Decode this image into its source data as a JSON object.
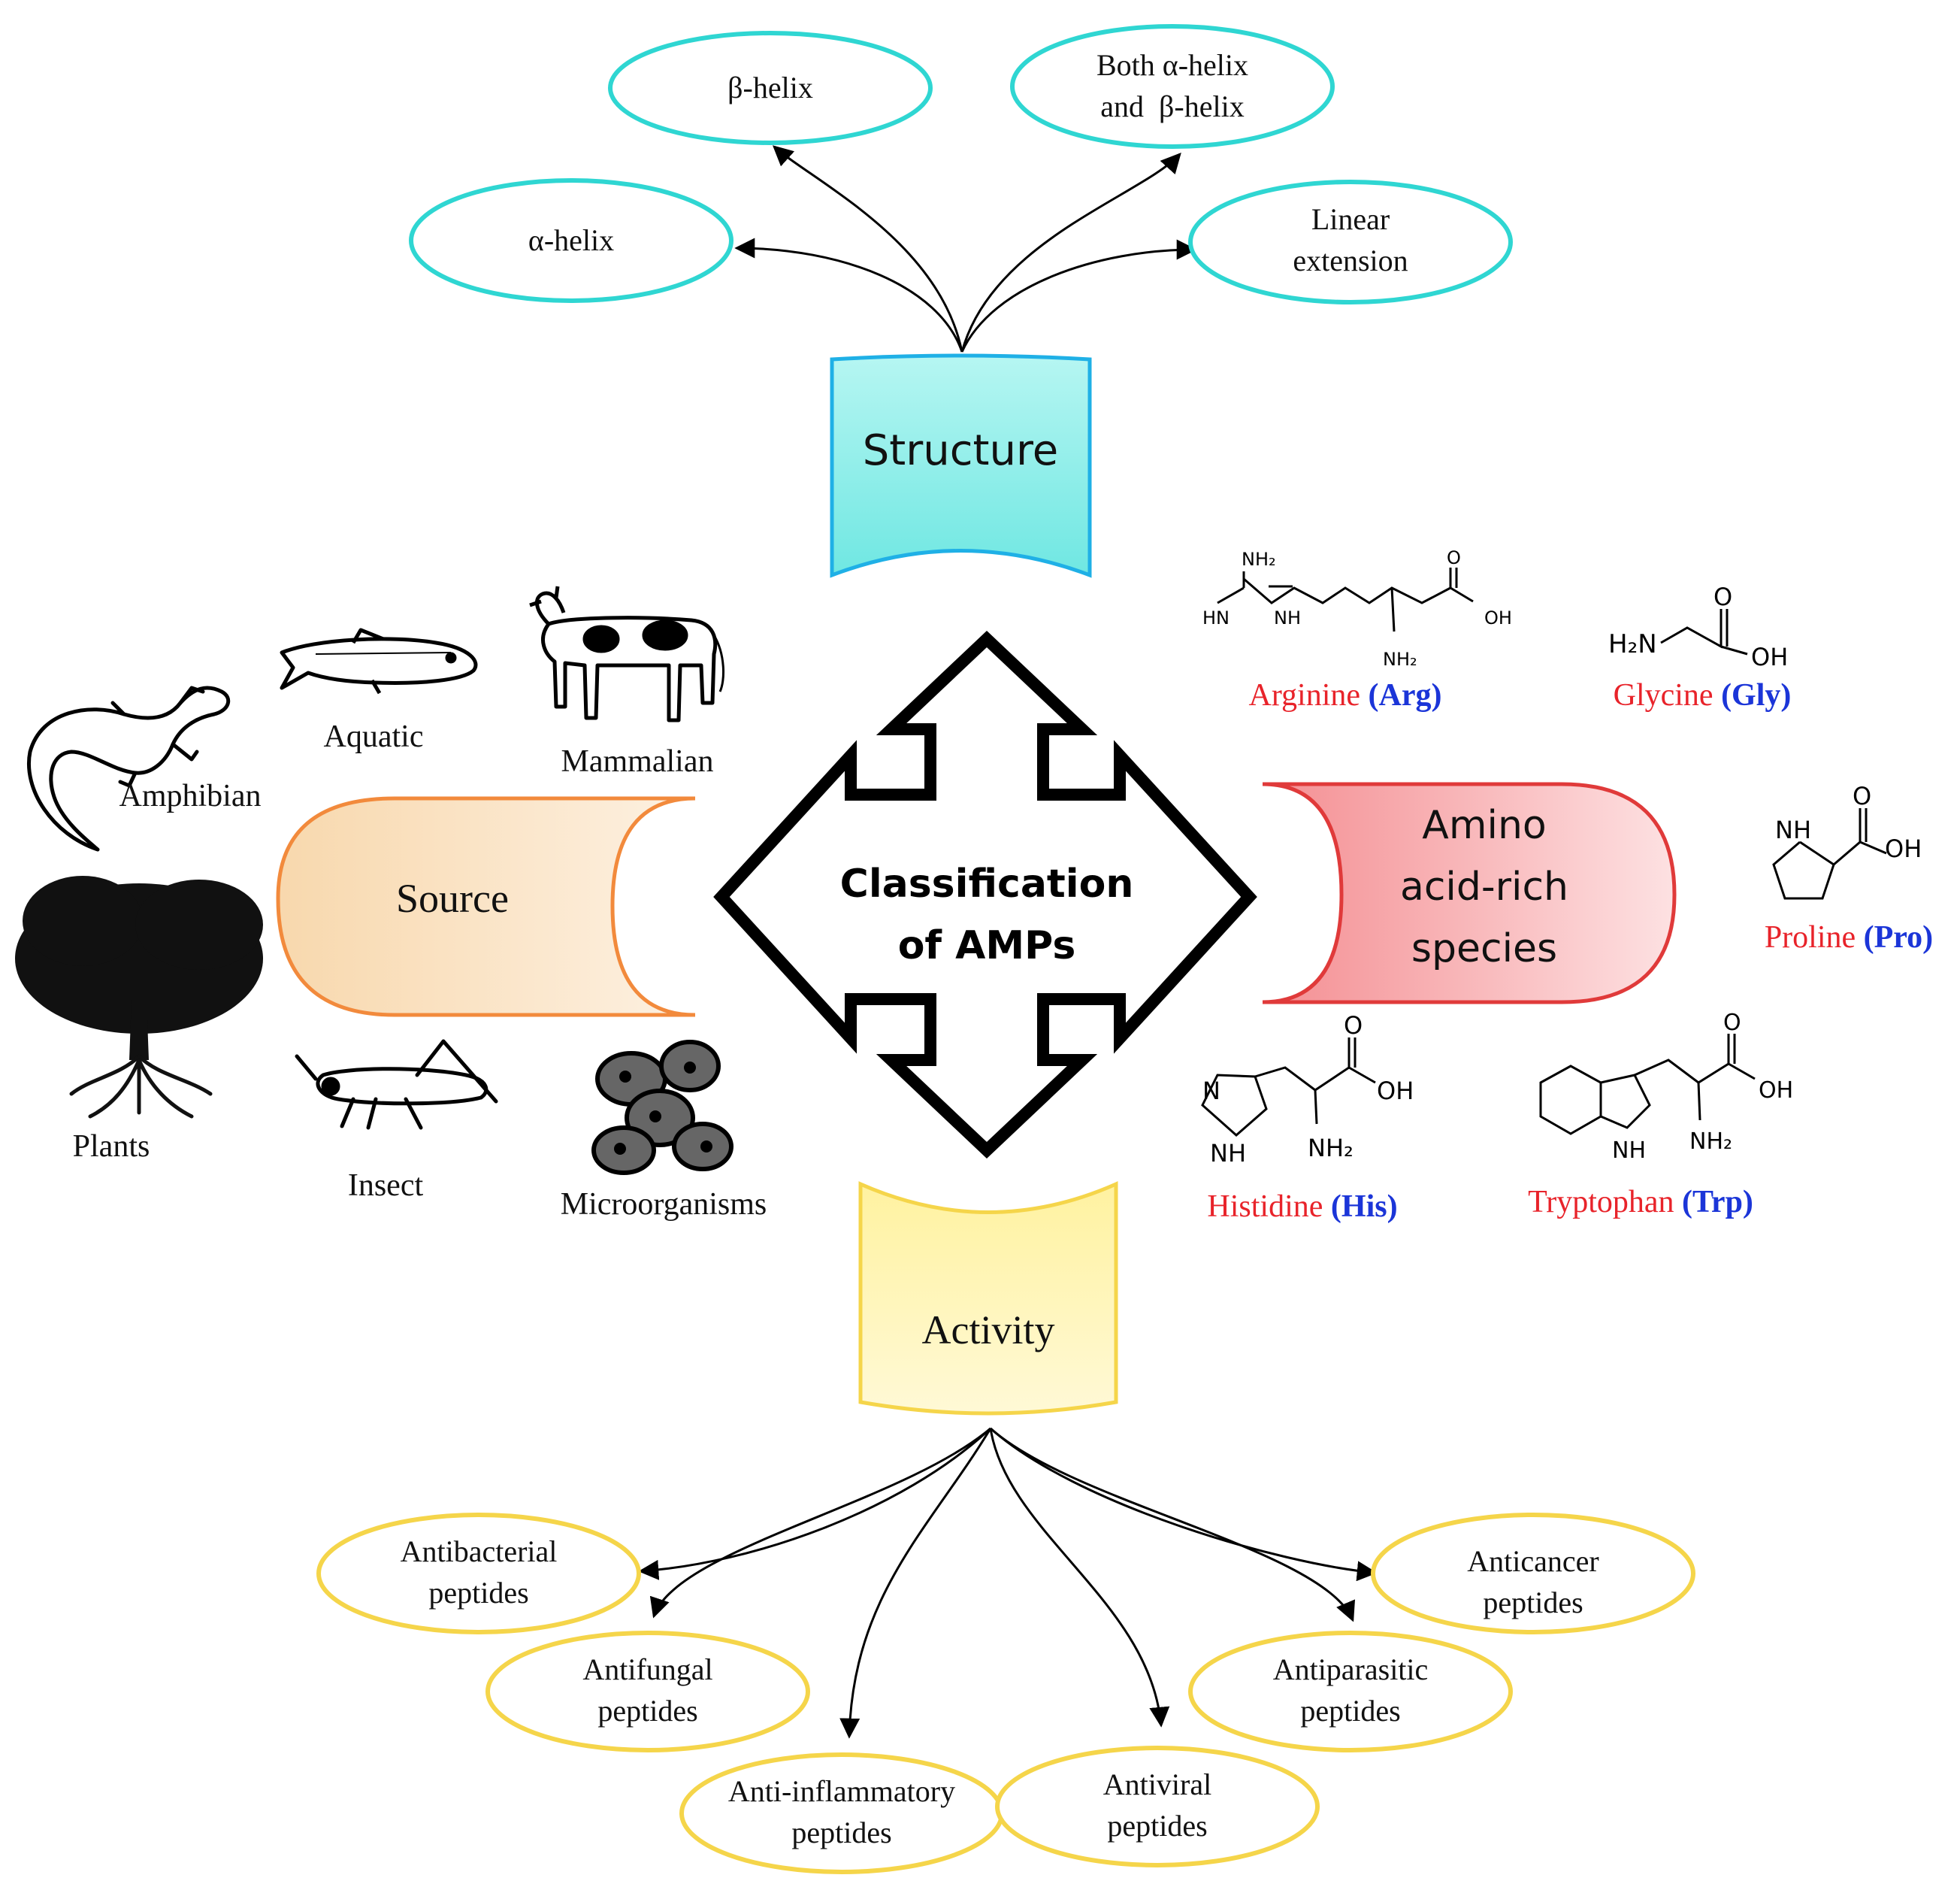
{
  "center": {
    "line1": "Classification",
    "line2": "of AMPs"
  },
  "structure": {
    "label": "Structure",
    "items": [
      {
        "lines": [
          "β-helix"
        ]
      },
      {
        "lines": [
          "Both α-helix",
          "and  β-helix"
        ]
      },
      {
        "lines": [
          "α-helix"
        ]
      },
      {
        "lines": [
          "Linear",
          "extension"
        ]
      }
    ]
  },
  "source": {
    "label": "Source",
    "items": [
      "Amphibian",
      "Aquatic",
      "Mammalian",
      "Plants",
      "Insect",
      "Microorganisms"
    ]
  },
  "amino": {
    "label_lines": [
      "Amino",
      "acid-rich",
      "species"
    ],
    "acids": [
      {
        "name": "Arginine",
        "abbr": "(Arg)"
      },
      {
        "name": "Glycine",
        "abbr": "(Gly)"
      },
      {
        "name": "Proline",
        "abbr": "(Pro)"
      },
      {
        "name": "Histidine",
        "abbr": "(His)"
      },
      {
        "name": "Tryptophan",
        "abbr": "(Trp)"
      }
    ],
    "atom_labels": {
      "nh2": "NH₂",
      "hn": "HN",
      "nh": "NH",
      "oh": "OH",
      "o": "O",
      "n": "N",
      "h2n": "H₂N"
    }
  },
  "activity": {
    "label": "Activity",
    "items": [
      {
        "lines": [
          "Antibacterial",
          "peptides"
        ]
      },
      {
        "lines": [
          "Antifungal",
          "peptides"
        ]
      },
      {
        "lines": [
          "Anti-inflammatory",
          "peptides"
        ]
      },
      {
        "lines": [
          "Antiviral",
          "peptides"
        ]
      },
      {
        "lines": [
          "Antiparasitic",
          "peptides"
        ]
      },
      {
        "lines": [
          "Anticancer",
          "peptides"
        ]
      }
    ]
  },
  "colors": {
    "structure": "#2fd6d2",
    "source": "#f28a3c",
    "amino": "#e03a3a",
    "activity": "#f5d54a",
    "acid_name": "#e8232a",
    "acid_abbr": "#1b35d8"
  }
}
